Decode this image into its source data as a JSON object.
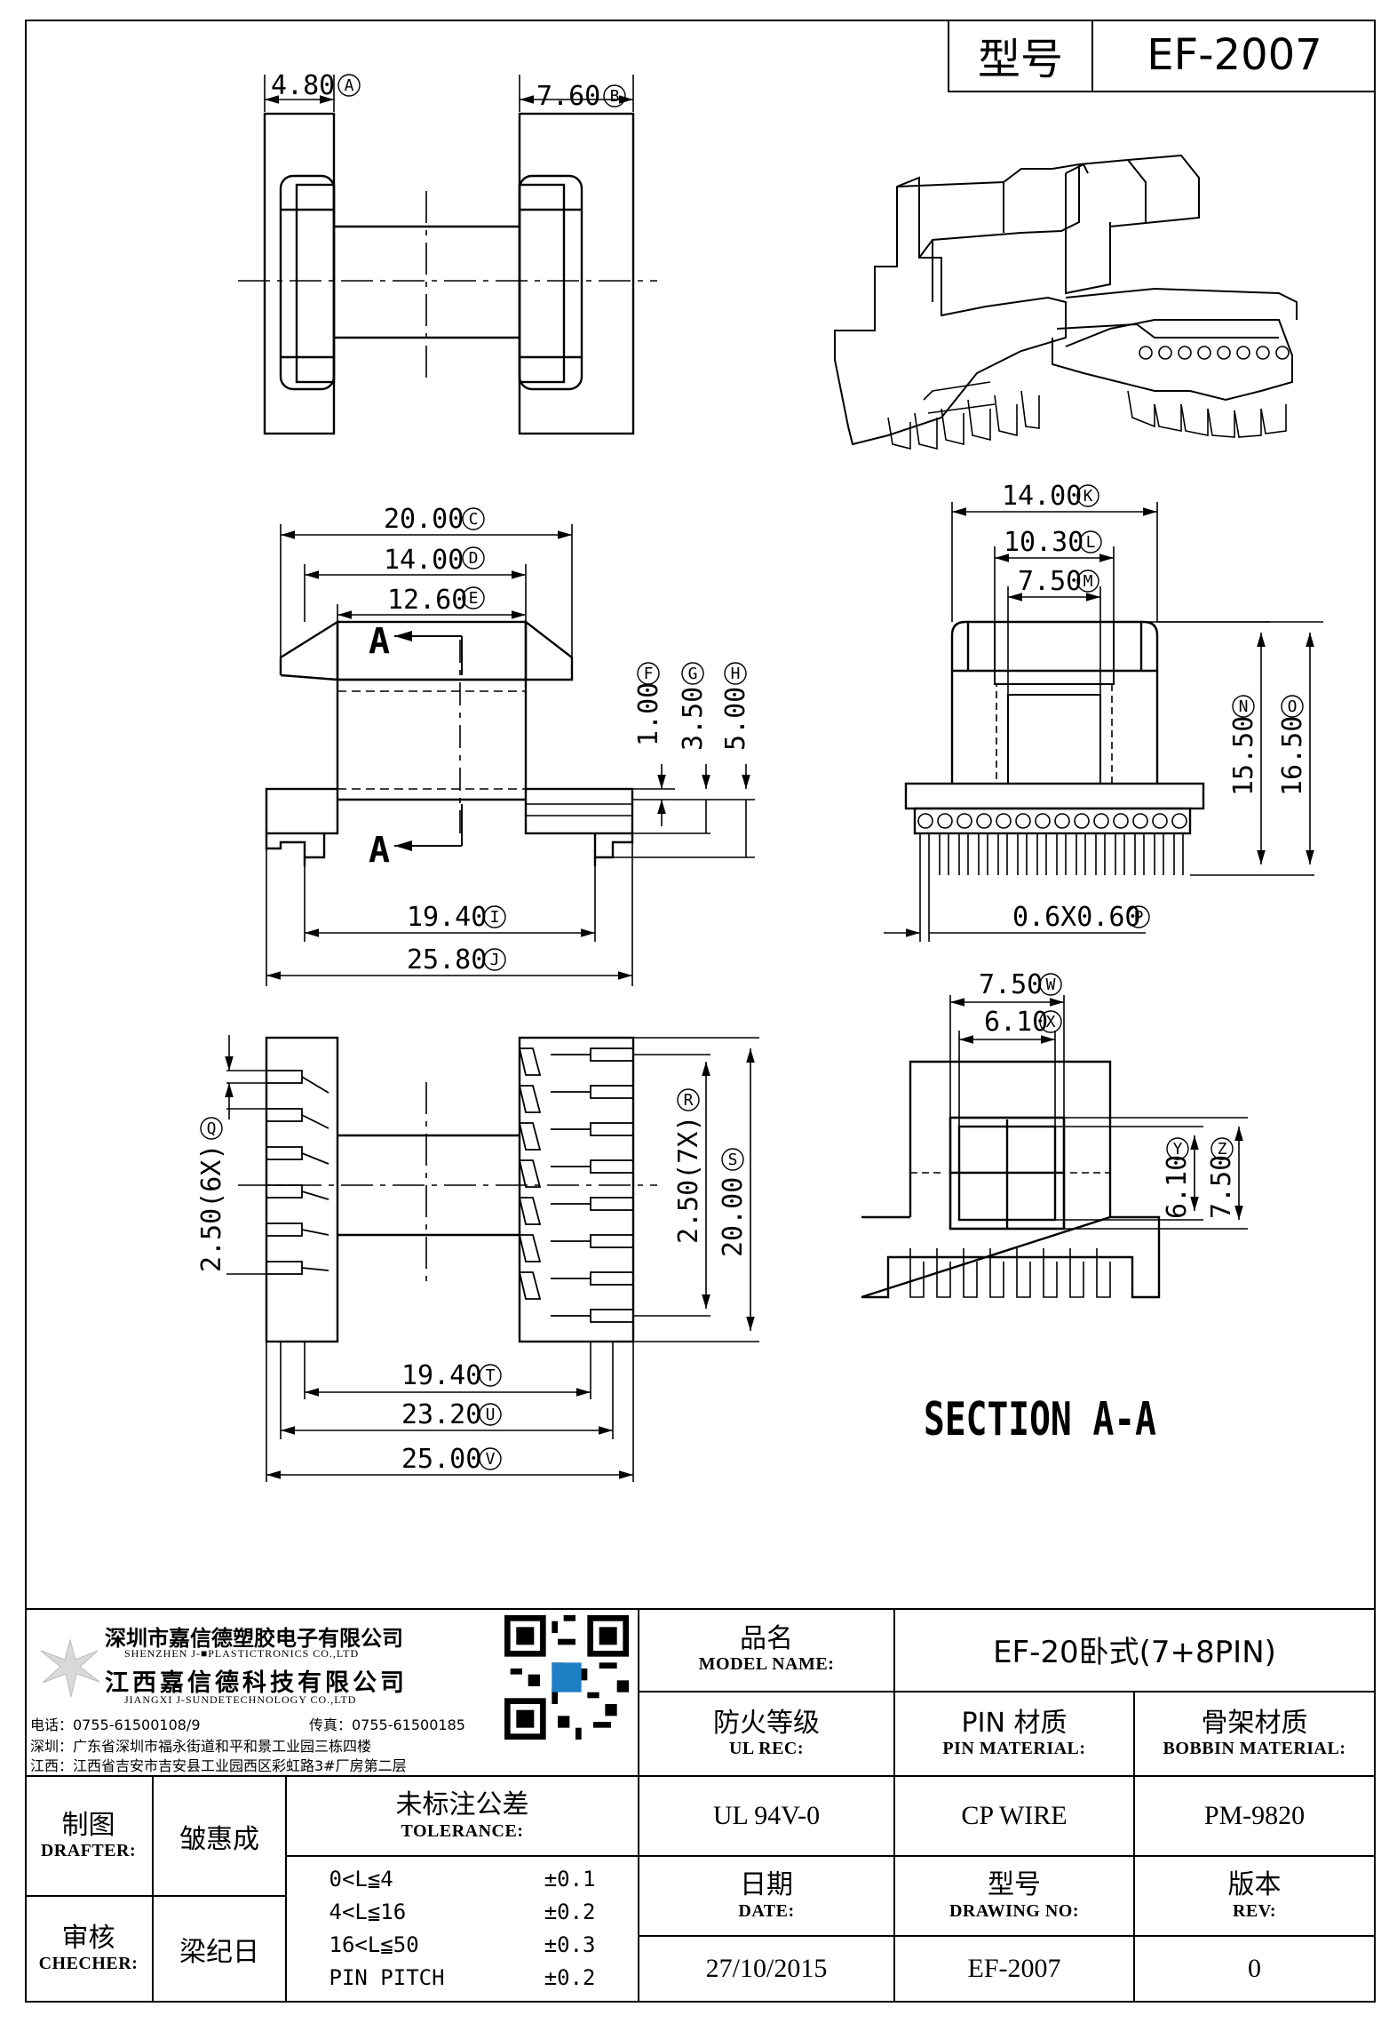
{
  "header": {
    "label": "型号",
    "model": "EF-2007"
  },
  "dims": {
    "A": "4.80",
    "B": "7.60",
    "C": "20.00",
    "D": "14.00",
    "E": "12.60",
    "F": "1.00",
    "G": "3.50",
    "H": "5.00",
    "I": "19.40",
    "J": "25.80",
    "K": "14.00",
    "L": "10.30",
    "M": "7.50",
    "N": "15.50",
    "O": "16.50",
    "P": "0.6X0.60",
    "Q": "2.50(6X)",
    "R": "2.50(7X)",
    "S": "20.00",
    "T": "19.40",
    "U": "23.20",
    "V": "25.00",
    "W": "7.50",
    "X": "6.10",
    "Y": "6.10",
    "Z": "7.50"
  },
  "section_mark": "A",
  "section_title": "SECTION A-A",
  "company": {
    "name_cn_1": "深圳市嘉信德塑胶电子有限公司",
    "name_en_1": "SHENZHEN J-■PLASTICTRONICS CO.,LTD",
    "name_cn_2": "江西嘉信德科技有限公司",
    "name_en_2": "JIANGXI J-SUNDETECHNOLOGY CO.,LTD",
    "tel": "电话：0755-61500108/9",
    "fax": "传真：0755-61500185",
    "addr_sz": "深圳：广东省深圳市福永街道和平和景工业园三栋四楼",
    "addr_jx": "江西：江西省吉安市吉安县工业园西区彩虹路3#厂房第二层"
  },
  "title_block": {
    "model_name_cn": "品名",
    "model_name_en": "MODEL NAME:",
    "model_name_value": "EF-20卧式(7+8PIN)",
    "ul_cn": "防火等级",
    "ul_en": "UL REC:",
    "ul_value": "UL 94V-0",
    "pin_cn": "PIN 材质",
    "pin_en": "PIN MATERIAL:",
    "pin_value": "CP WIRE",
    "bobbin_cn": "骨架材质",
    "bobbin_en": "BOBBIN MATERIAL:",
    "bobbin_value": "PM-9820",
    "drafter_cn": "制图",
    "drafter_en": "DRAFTER:",
    "drafter_value": "皱惠成",
    "checker_cn": "审核",
    "checker_en": "CHECHER:",
    "checker_value": "梁纪日",
    "tol_cn": "未标注公差",
    "tol_en": "TOLERANCE:",
    "tolerances": [
      {
        "range": "0<L≦4",
        "value": "±0.1"
      },
      {
        "range": "4<L≦16",
        "value": "±0.2"
      },
      {
        "range": "16<L≦50",
        "value": "±0.3"
      },
      {
        "range": "PIN PITCH",
        "value": "±0.2"
      }
    ],
    "date_cn": "日期",
    "date_en": "DATE:",
    "date_value": "27/10/2015",
    "drawing_cn": "型号",
    "drawing_en": "DRAWING NO:",
    "drawing_value": "EF-2007",
    "rev_cn": "版本",
    "rev_en": "REV:",
    "rev_value": "0"
  }
}
